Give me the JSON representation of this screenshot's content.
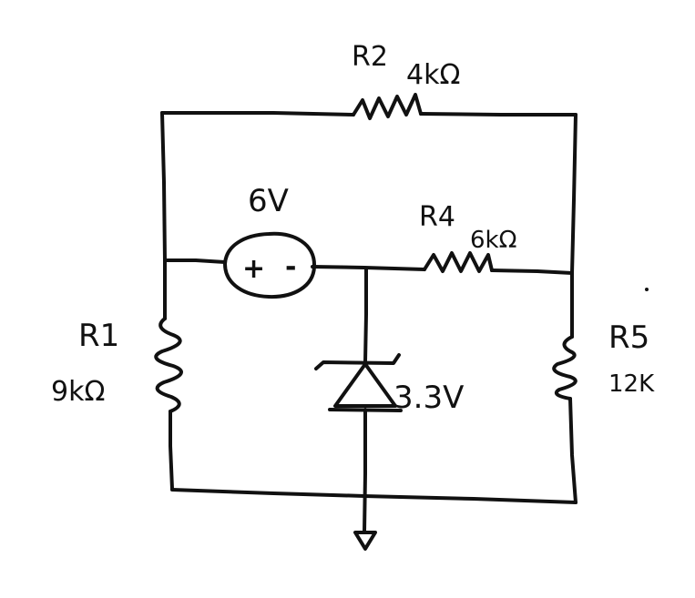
{
  "colors": {
    "ink": "#111111",
    "background": "#ffffff"
  },
  "labels": {
    "r2_name": "R2",
    "r2_value": "4kΩ",
    "source_value": "6V",
    "source_plus": "+",
    "source_minus": "-",
    "r4_name": "R4",
    "r4_value": "6kΩ",
    "r1_name": "R1",
    "r1_value": "9kΩ",
    "r5_name": "R5",
    "r5_value": "12K",
    "zener_value": "3.3V"
  },
  "icons": {
    "ground": "ground-icon",
    "zener": "zener-diode-icon",
    "voltage_source": "voltage-source-icon",
    "resistor": "resistor-icon"
  }
}
